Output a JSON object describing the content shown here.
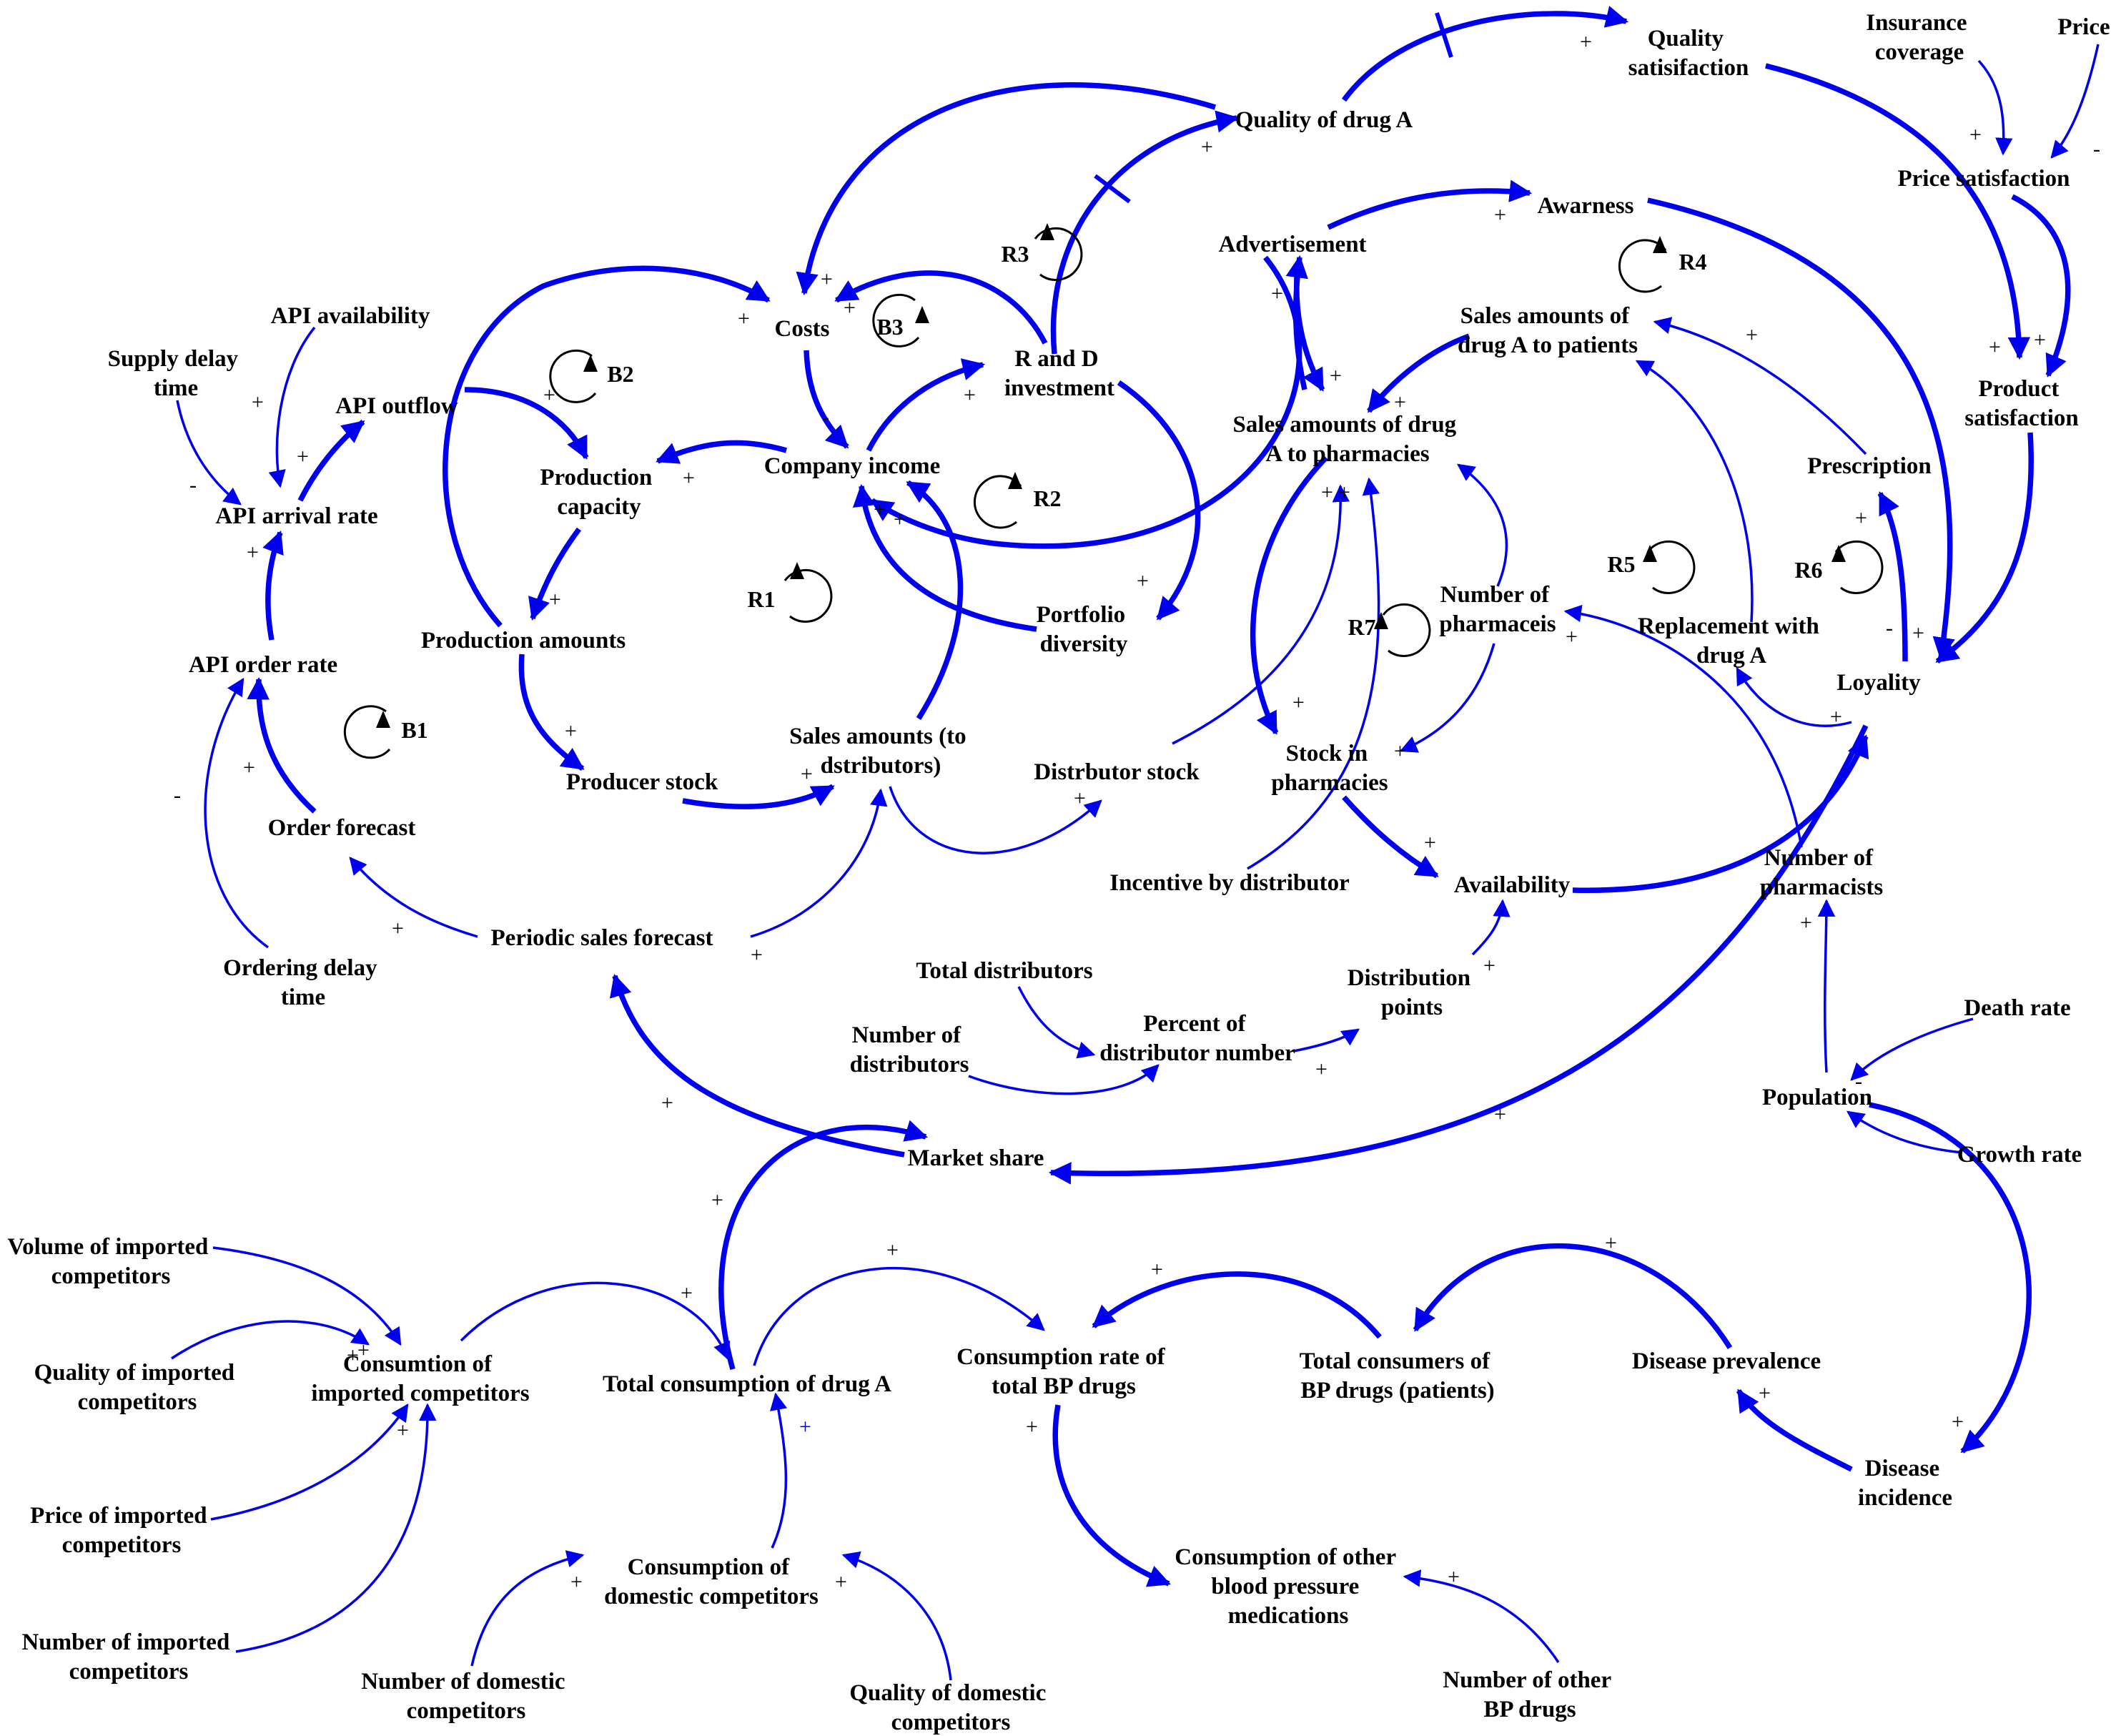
{
  "variables": {
    "api_availability": "API availability",
    "supply_delay_time": [
      "Supply delay",
      "time"
    ],
    "api_outflow": "API outflow",
    "api_arrival_rate": "API arrival rate",
    "api_order_rate": "API order rate",
    "order_forecast": "Order forecast",
    "ordering_delay_time": [
      "Ordering delay",
      "time"
    ],
    "periodic_sales_forecast": "Periodic sales forecast",
    "production_capacity": [
      "Production",
      "capacity"
    ],
    "production_amounts": "Production amounts",
    "producer_stock": "Producer stock",
    "costs": "Costs",
    "company_income": "Company income",
    "r_and_d_investment": [
      "R and D",
      "investment"
    ],
    "portfolio_diversity": [
      "Portfolio",
      "diversity"
    ],
    "sales_amounts_to_distributors": [
      "Sales amounts (to",
      "dstributors)"
    ],
    "distributor_stock": "Distrbutor stock",
    "quality_of_drug_a": "Quality of drug A",
    "quality_satisfaction": [
      "Quality",
      "satisifaction"
    ],
    "insurance_coverage": [
      "Insurance",
      "coverage"
    ],
    "price": "Price",
    "price_satisfaction": "Price satisfaction",
    "product_satisfaction": [
      "Product",
      "satisfaction"
    ],
    "advertisement": "Advertisement",
    "awareness": "Awarness",
    "sales_amounts_to_patients": [
      "Sales amounts of",
      "drug A to patients"
    ],
    "sales_amounts_to_pharmacies": [
      "Sales amounts of drug",
      "A to pharmacies"
    ],
    "prescription": "Prescription",
    "number_of_pharmacies": [
      "Number of",
      "pharmaceis"
    ],
    "replacement_with_drug_a": [
      "Replacement with",
      "drug A"
    ],
    "loyalty": "Loyality",
    "stock_in_pharmacies": [
      "Stock in",
      "pharmacies"
    ],
    "incentive_by_distributor": "Incentive by distributor",
    "availability": "Availability",
    "number_of_pharmacists": [
      "Number of",
      "pharmacists"
    ],
    "total_distributors": "Total distributors",
    "number_of_distributors": [
      "Number of",
      "distributors"
    ],
    "percent_of_distributor_number": [
      "Percent of",
      "distributor number"
    ],
    "distribution_points": [
      "Distribution",
      "points"
    ],
    "death_rate": "Death rate",
    "population": "Population",
    "growth_rate": "Growth rate",
    "market_share": "Market share",
    "volume_of_imported_competitors": [
      "Volume of imported",
      "competitors"
    ],
    "quality_of_imported_competitors": [
      "Quality of imported",
      "competitors"
    ],
    "price_of_imported_competitors": [
      "Price of imported",
      "competitors"
    ],
    "number_of_imported_competitors": [
      "Number of imported",
      "competitors"
    ],
    "consumption_of_imported_competitors": [
      "Consumtion of",
      "imported competitors"
    ],
    "total_consumption_of_drug_a": "Total consumption of drug A",
    "consumption_rate_total_bp": [
      "Consumption rate of",
      "total BP drugs"
    ],
    "total_consumers_bp": [
      "Total consumers of",
      "BP drugs (patients)"
    ],
    "disease_prevalence": "Disease prevalence",
    "disease_incidence": [
      "Disease",
      "incidence"
    ],
    "consumption_other_bp": [
      "Consumption of other",
      "blood pressure",
      "medications"
    ],
    "number_other_bp": [
      "Number of other",
      "BP drugs"
    ],
    "consumption_domestic": [
      "Consumption of",
      "domestic competitors"
    ],
    "number_domestic": [
      "Number of domestic",
      "competitors"
    ],
    "quality_domestic": [
      "Quality of domestic",
      "competitors"
    ]
  },
  "loops": {
    "r1": "R1",
    "r2": "R2",
    "r3": "R3",
    "r4": "R4",
    "r5": "R5",
    "r6": "R6",
    "r7": "R7",
    "b1": "B1",
    "b2": "B2",
    "b3": "B3"
  },
  "polarity": {
    "plus": "+",
    "minus": "-"
  },
  "colors": {
    "link": "#0000ee",
    "text": "#000000",
    "background": "#ffffff"
  }
}
